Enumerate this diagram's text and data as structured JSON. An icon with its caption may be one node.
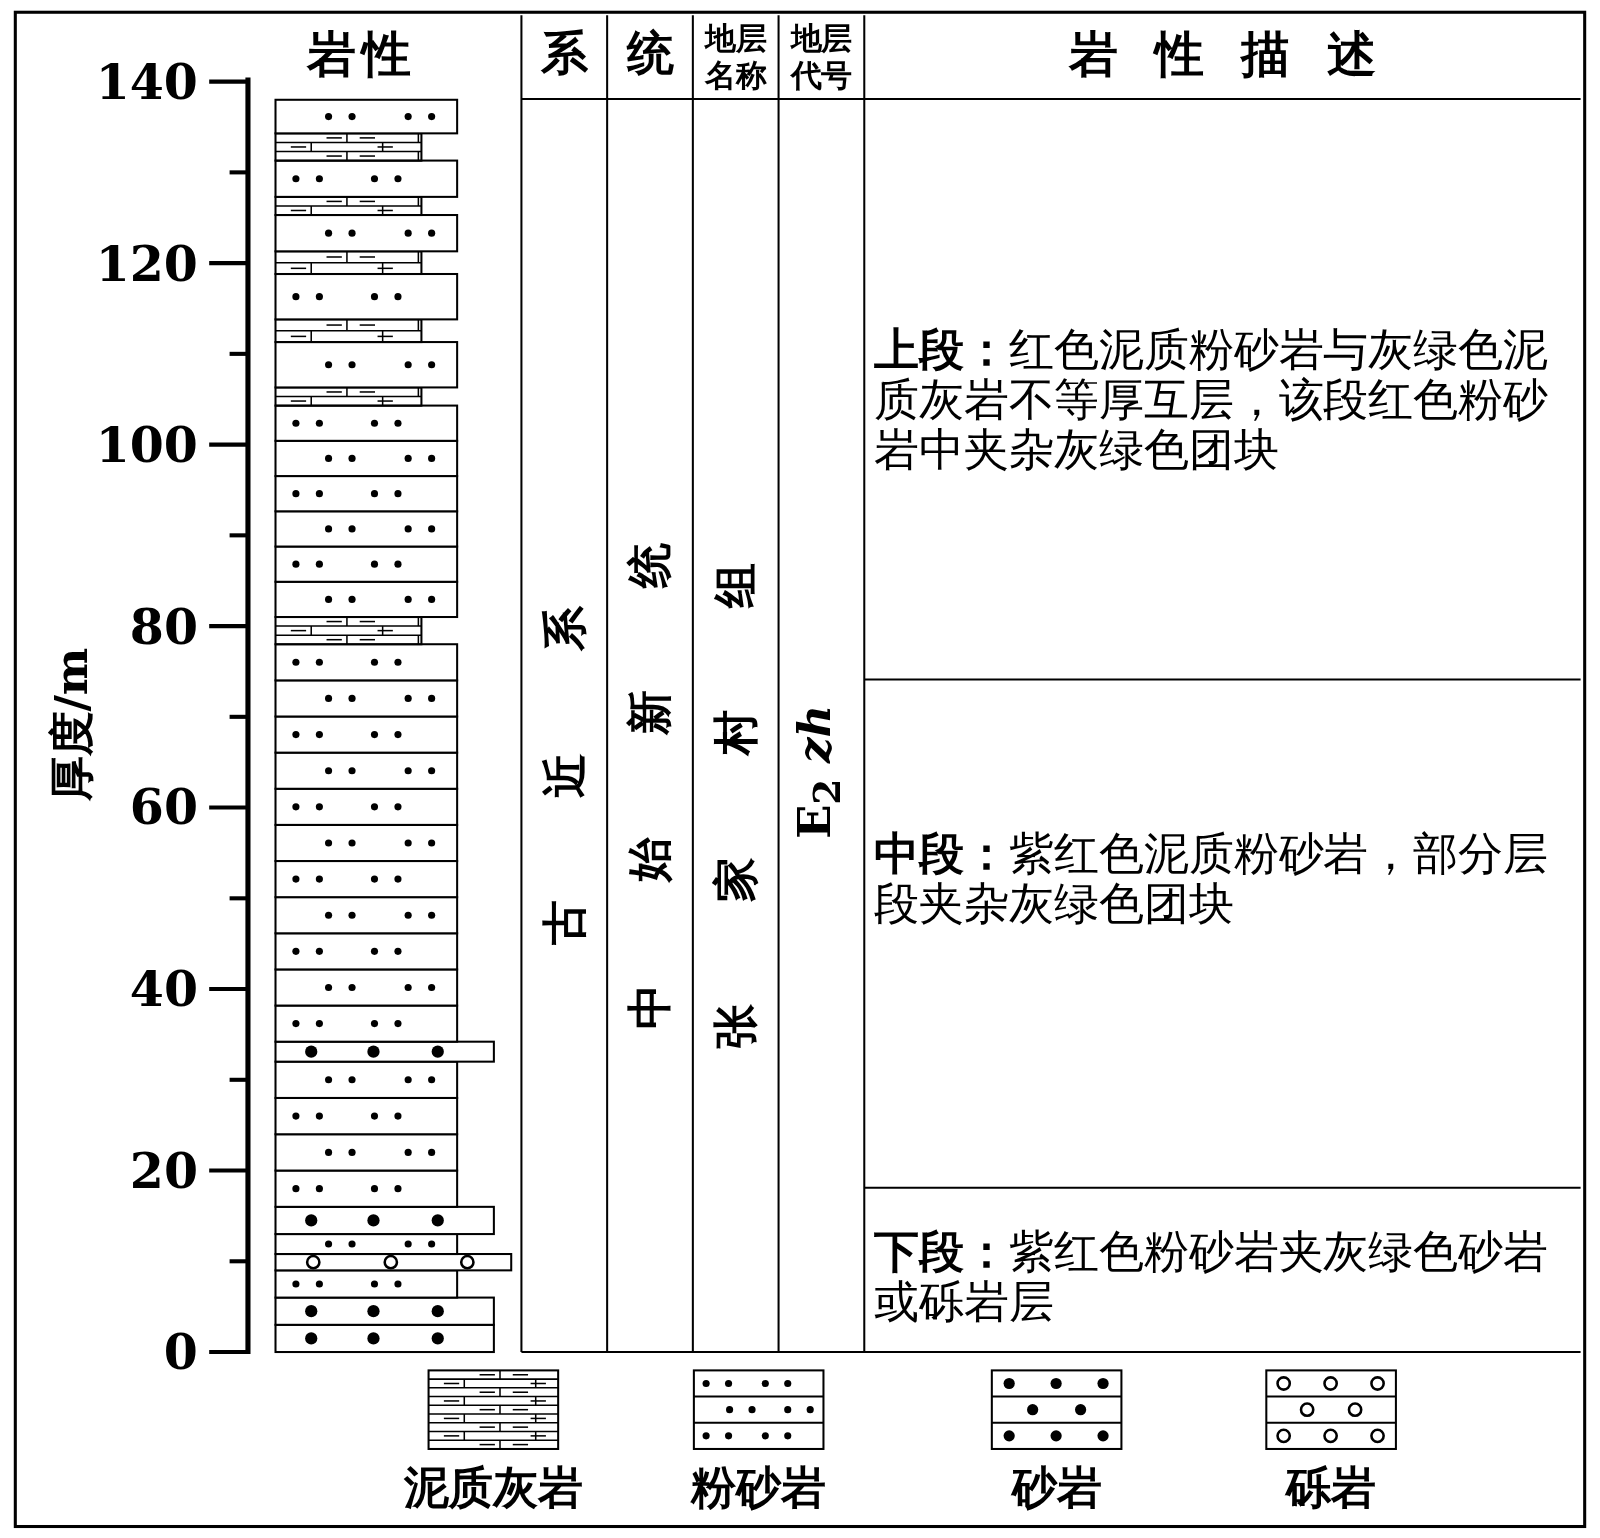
{
  "diagram": {
    "labels": [
      "岩性",
      "系",
      "统",
      "地层名称",
      "地层代号",
      "岩性描述",
      "140",
      "120",
      "100",
      "80",
      "60",
      "40",
      "20",
      "0",
      "厚度/m",
      "古近系",
      "中始新统",
      "张家村组",
      "E$_{2}$ *zh*",
      "**上段：**红色泥质粉砂岩与灰绿色泥质灰岩不等厚互层，该段红色粉砂岩中夹杂灰绿色团块",
      "**中段：**紫红色泥质粉砂岩，部分层段夹杂灰绿色团块",
      "**下段：**紫红色粉砂岩夹灰绿色砂岩或砾岩层"
    ],
    "legend": [
      {
        "text": "泥质灰岩"
      },
      {
        "text": "粉砂岩"
      },
      {
        "text": "砂岩"
      },
      {
        "text": "砾岩"
      }
    ]
  }
}
